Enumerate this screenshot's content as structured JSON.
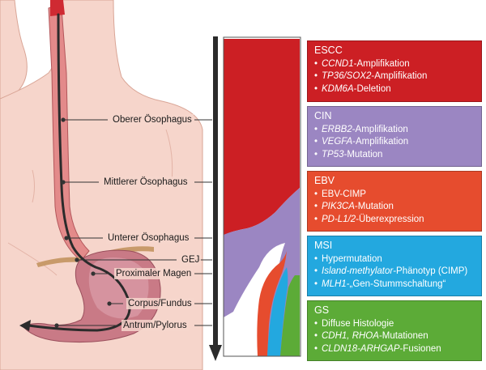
{
  "colors": {
    "escc": "#cc1f24",
    "cin": "#9b86c2",
    "ebv": "#e64c2e",
    "msi": "#23a8df",
    "gs": "#5cab37",
    "skin": "#f6d5cb",
    "stomach": "#c97a86",
    "arrow": "#2b2b2b"
  },
  "levels": [
    {
      "label": "Oberer Ösophagus"
    },
    {
      "label": "Mittlerer Ösophagus"
    },
    {
      "label": "Unterer Ösophagus"
    },
    {
      "label": "GEJ"
    },
    {
      "label": "Proximaler Magen"
    },
    {
      "label": "Corpus/Fundus"
    },
    {
      "label": "Antrum/Pylorus"
    }
  ],
  "subtypes": [
    {
      "key": "escc",
      "title": "ESCC",
      "items": [
        {
          "gene": "CCND1",
          "rest": "-Amplifikation"
        },
        {
          "gene": "TP36/SOX2",
          "rest": "-Amplifikation"
        },
        {
          "gene": "KDM6A",
          "rest": "-Deletion"
        }
      ]
    },
    {
      "key": "cin",
      "title": "CIN",
      "items": [
        {
          "gene": "ERBB2",
          "rest": "-Amplifikation"
        },
        {
          "gene": "VEGFA",
          "rest": "-Amplifikation"
        },
        {
          "gene": "TP53",
          "rest": "-Mutation"
        }
      ]
    },
    {
      "key": "ebv",
      "title": "EBV",
      "items": [
        {
          "gene": "",
          "rest": "EBV-CIMP"
        },
        {
          "gene": "PIK3CA",
          "rest": "-Mutation"
        },
        {
          "gene": "PD-L1/2",
          "rest": "-Überexpression"
        }
      ]
    },
    {
      "key": "msi",
      "title": "MSI",
      "items": [
        {
          "gene": "",
          "rest": "Hypermutation"
        },
        {
          "gene": "Island-methylator",
          "rest": "-Phänotyp (CIMP)"
        },
        {
          "gene": "MLH1-",
          "rest": "„Gen-Stummschaltung“"
        }
      ]
    },
    {
      "key": "gs",
      "title": "GS",
      "items": [
        {
          "gene": "",
          "rest": "Diffuse Histologie"
        },
        {
          "gene": "CDH1, RHOA",
          "rest": "-Mutationen"
        },
        {
          "gene": "CLDN18-ARHGAP",
          "rest": "-Fusionen"
        }
      ]
    }
  ]
}
